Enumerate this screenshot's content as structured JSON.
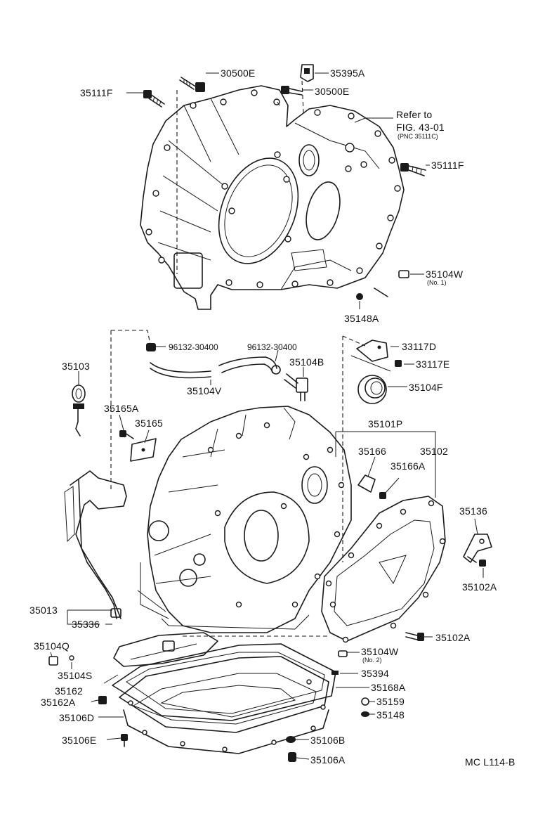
{
  "figure_code": "MC L114-B",
  "reference_note": {
    "line1": "Refer to",
    "line2": "FIG. 43-01",
    "line3": "(PNC 35111C)"
  },
  "parts": {
    "p30500E_top": "30500E",
    "p35395A": "35395A",
    "p35111F_left": "35111F",
    "p30500E_mid": "30500E",
    "p35111F_right": "35111F",
    "p35104W_top": "35104W",
    "p35104W_top_note": "(No. 1)",
    "p35148A": "35148A",
    "p96132_left": "96132-30400",
    "p96132_right": "96132-30400",
    "p33117D": "33117D",
    "p33117E": "33117E",
    "p35103": "35103",
    "p35104B": "35104B",
    "p35104V": "35104V",
    "p35104F": "35104F",
    "p35165A": "35165A",
    "p35165": "35165",
    "p35101P": "35101P",
    "p35166": "35166",
    "p35102": "35102",
    "p35166A": "35166A",
    "p35136": "35136",
    "p35102A_right": "35102A",
    "p35013": "35013",
    "p35336": "35336",
    "p35102A_bottom": "35102A",
    "p35104Q": "35104Q",
    "p35104W_bottom": "35104W",
    "p35104W_bottom_note": "(No. 2)",
    "p35104S": "35104S",
    "p35394": "35394",
    "p35162": "35162",
    "p35168A": "35168A",
    "p35162A": "35162A",
    "p35159": "35159",
    "p35106D": "35106D",
    "p35148": "35148",
    "p35106E": "35106E",
    "p35106B": "35106B",
    "p35106A": "35106A"
  }
}
